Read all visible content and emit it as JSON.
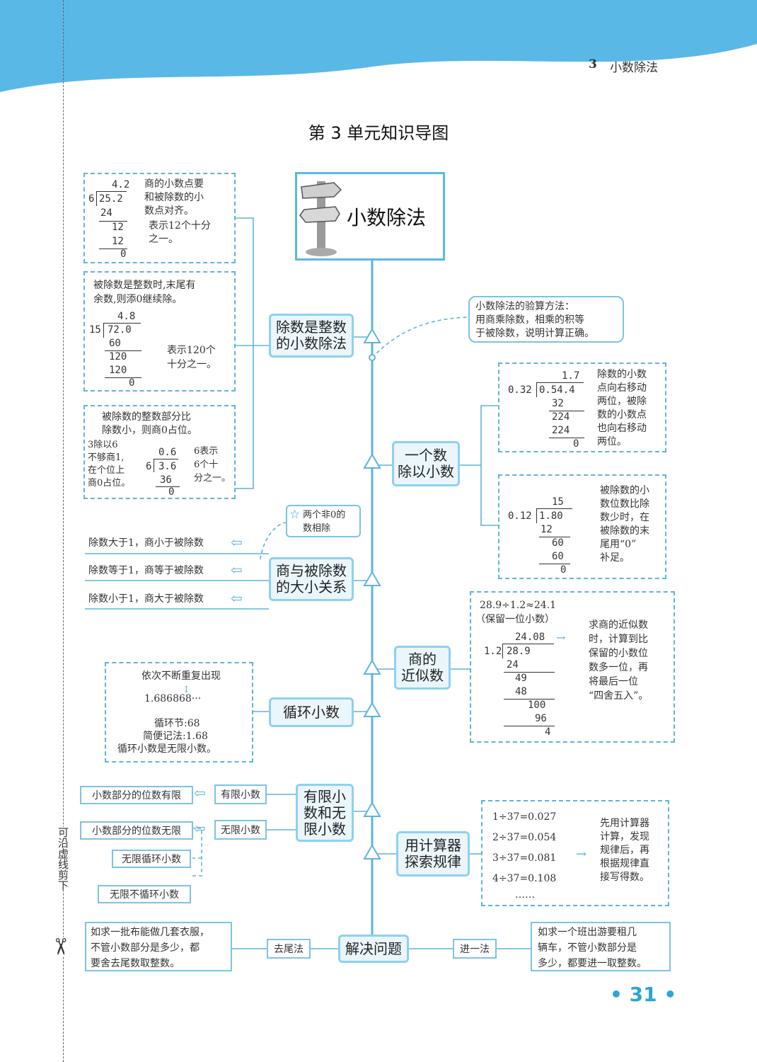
{
  "header": {
    "chapter_num": "3",
    "chapter_title": "小数除法"
  },
  "page_title": "第 3 单元知识导图",
  "center_title": "小数除法",
  "side_text": "可沿虚线剪下",
  "page_number": "• 31 •",
  "colors": {
    "header": "#5ab8e6",
    "line": "#5fb3de",
    "node_bg": "#eaf6fc",
    "page_number": "#2fa3da"
  },
  "nodes": {
    "integer_divisor": "除数是整数\n的小数除法",
    "divide_by_decimal": "一个数\n除以小数",
    "quotient_relation": "商与被除数\n的大小关系",
    "approx": "商的\n近似数",
    "recurring": "循环小数",
    "finite_infinite": "有限小\n数和无\n限小数",
    "calculator": "用计算器\n探索规律",
    "solve": "解决问题"
  },
  "left_box1": {
    "quotient": "4.2",
    "divisor": "6",
    "dividend": "25.2",
    "lines": [
      "24",
      "12",
      "12",
      "0"
    ],
    "note1": "商的小数点要\n和被除数的小\n数点对齐。",
    "note2": "表示12个十分\n之一。"
  },
  "left_box2": {
    "intro": "被除数是整数时,末尾有\n余数,则添0继续除。",
    "quotient": "4.8",
    "divisor": "15",
    "dividend": "72.0",
    "lines": [
      "60",
      "120",
      "120",
      "0"
    ],
    "note": "表示120个\n十分之一。"
  },
  "left_box3": {
    "intro": "被除数的整数部分比\n除数小，则商0占位。",
    "side": "3除以6\n不够商1,\n在个位上\n商0占位。",
    "quotient": "0.6",
    "divisor": "6",
    "dividend": "3.6",
    "lines": [
      "36",
      "0"
    ],
    "note": "6表示\n6个十\n分之一。"
  },
  "relations": {
    "star_note": "两个非0的\n数相除",
    "items": [
      "除数大于1，商小于被除数",
      "除数等于1，商等于被除数",
      "除数小于1，商大于被除数"
    ]
  },
  "check_note": "小数除法的验算方法：\n用商乘除数，相乘的积等\n于被除数，说明计算正确。",
  "right_box1": {
    "quotient": "1.7",
    "divisor": "0.32",
    "dividend": "0.54.4",
    "lines": [
      "32",
      "224",
      "224",
      "0"
    ],
    "note": "除数的小数\n点向右移动\n两位，被除\n数的小数点\n也向右移动\n两位。"
  },
  "right_box2": {
    "quotient": "15",
    "divisor": "0.12",
    "dividend": "1.80",
    "lines": [
      "12",
      "60",
      "60",
      "0"
    ],
    "note": "被除数的小\n数位数比除\n数少时，在\n被除数的末\n尾用“0”\n补足。"
  },
  "approx_box": {
    "equation": "28.9÷1.2≈24.1",
    "keep": "（保留一位小数）",
    "quotient": "24.08",
    "divisor": "1.2",
    "dividend": "28.9",
    "lines": [
      "24",
      "49",
      "48",
      "100",
      "96",
      "4"
    ],
    "note": "求商的近似数\n时，计算到比\n保留的小数位\n数多一位，再\n将最后一位\n“四舍五入”。"
  },
  "recurring_box": {
    "line1": "依次不断重复出现",
    "line2": "1.686868···",
    "line3": "循环节:68",
    "line4": "简便记法:1.68",
    "line5": "循环小数是无限小数。"
  },
  "finite_box": {
    "finite": "有限小数",
    "infinite": "无限小数",
    "finite_desc": "小数部分的位数有限",
    "infinite_desc": "小数部分的位数无限",
    "recurring": "无限循环小数",
    "nonrecurring": "无限不循环小数"
  },
  "calc_box": {
    "rows": [
      "1÷37=0.027",
      "2÷37=0.054",
      "3÷37=0.081",
      "4÷37=0.108",
      "……"
    ],
    "note": "先用计算器\n计算，发现\n规律后，再\n根据规律直\n接写得数。"
  },
  "solve": {
    "floor_label": "去尾法",
    "ceil_label": "进一法",
    "floor_note": "如求一批布能做几套衣服，\n不管小数部分是多少，都\n要舍去尾数取整数。",
    "ceil_note": "如求一个班出游要租几\n辆车，不管小数部分是\n多少，都要进一取整数。"
  }
}
